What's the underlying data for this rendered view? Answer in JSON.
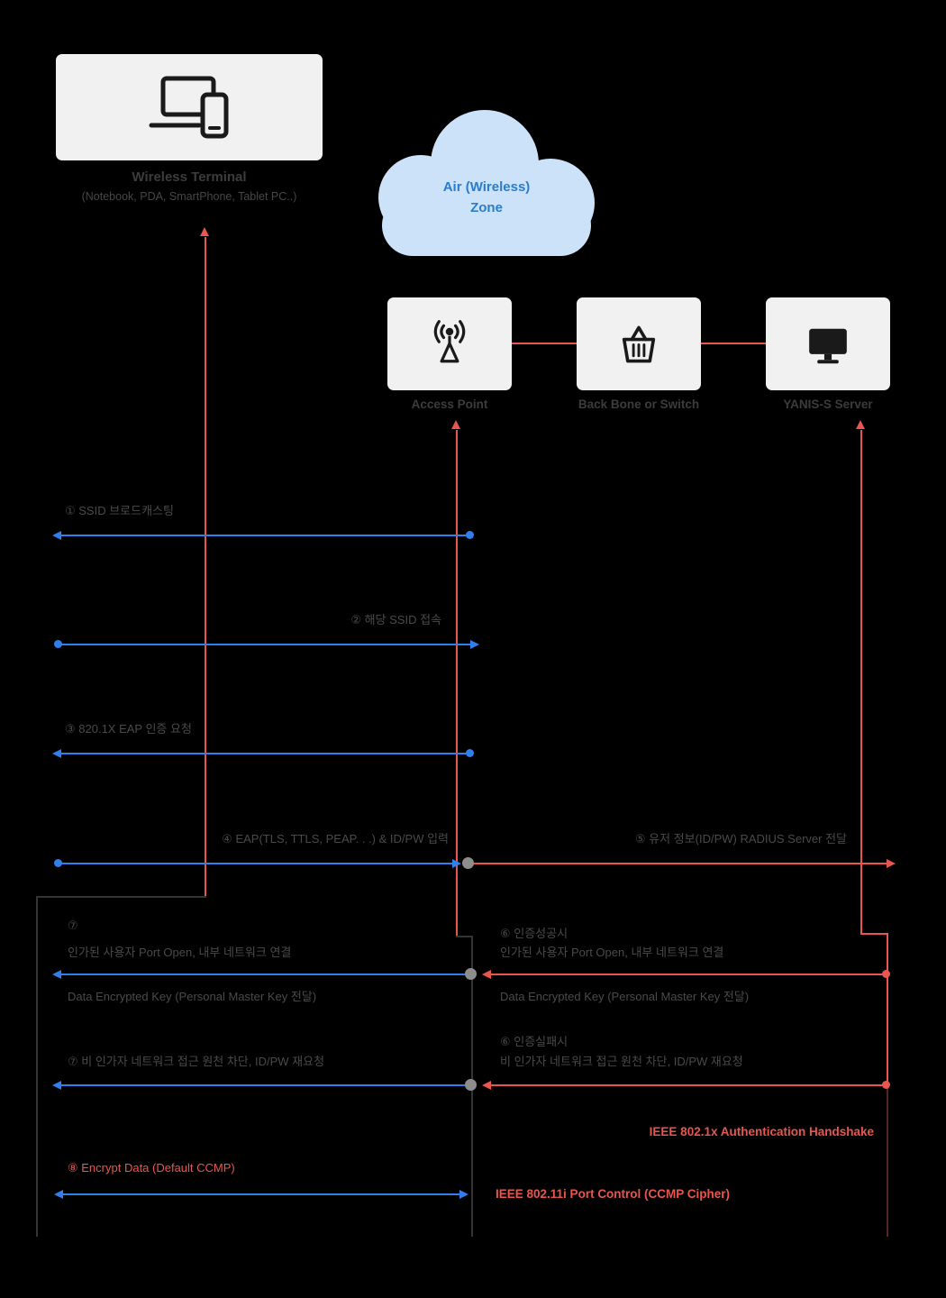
{
  "palette": {
    "background": "#000000",
    "box_bg": "#f1f1f1",
    "box_label": "#3c3c3c",
    "gray_text": "#4a4a4a",
    "blue": "#2f80ed",
    "red": "#e8564f",
    "cloud_bg": "#cbe2f8",
    "cloud_text": "#2a7ccc",
    "dot_gray": "#8d8d8d"
  },
  "nodes": {
    "terminal": {
      "label": "Wireless Terminal",
      "sublabel": "(Notebook, PDA, SmartPhone, Tablet PC..)",
      "icon": "laptop-phone-icon"
    },
    "cloud": {
      "line1": "Air (Wireless)",
      "line2": "Zone"
    },
    "access_point": {
      "label": "Access Point",
      "icon": "antenna-icon"
    },
    "backbone": {
      "label": "Back Bone or Switch",
      "icon": "basket-icon"
    },
    "server": {
      "label": "YANIS-S Server",
      "icon": "monitor-icon"
    }
  },
  "messages": [
    {
      "label": "① SSID 브로드캐스팅",
      "from": "access_point",
      "to": "terminal",
      "color": "blue"
    },
    {
      "label": "② 해당 SSID 접속",
      "from": "terminal",
      "to": "access_point",
      "color": "blue"
    },
    {
      "label": "③ 820.1X EAP 인증 요청",
      "from": "access_point",
      "to": "terminal",
      "color": "blue"
    },
    {
      "label": "④ EAP(TLS, TTLS, PEAP. . .) & ID/PW 입력",
      "from": "terminal",
      "to": "access_point",
      "color": "blue"
    },
    {
      "label": "⑤ 유저 정보(ID/PW) RADIUS Server 전달",
      "from": "access_point",
      "to": "server",
      "color": "red"
    },
    {
      "title": "⑥ 인증성공시",
      "label": "인가된 사용자  Port Open, 내부 네트워크 연결",
      "sublabel": "Data Encrypted Key (Personal Master Key 전달)",
      "from": "server",
      "to": "access_point",
      "color": "red"
    },
    {
      "title": "⑦",
      "label": "인가된 사용자  Port Open, 내부 네트워크 연결",
      "sublabel": "Data Encrypted Key (Personal Master Key 전달)",
      "from": "access_point",
      "to": "terminal",
      "color": "blue"
    },
    {
      "title": "⑥ 인증실패시",
      "label": "비 인가자 네트워크 접근 원천 차단, ID/PW 재요청",
      "from": "server",
      "to": "access_point",
      "color": "red"
    },
    {
      "label": "⑦ 비 인가자 네트워크 접근 원천 차단, ID/PW 재요청",
      "from": "access_point",
      "to": "terminal",
      "color": "blue"
    },
    {
      "label": "⑧ Encrypt Data (Default CCMP)",
      "from": "terminal",
      "to": "access_point",
      "bidirectional": true,
      "color": "blue"
    }
  ],
  "annotations": [
    {
      "label": "IEEE 802.1x Authentication Handshake",
      "color": "#e8564f"
    },
    {
      "label": "IEEE 802.11i Port Control (CCMP Cipher)",
      "color": "#e8564f"
    }
  ]
}
